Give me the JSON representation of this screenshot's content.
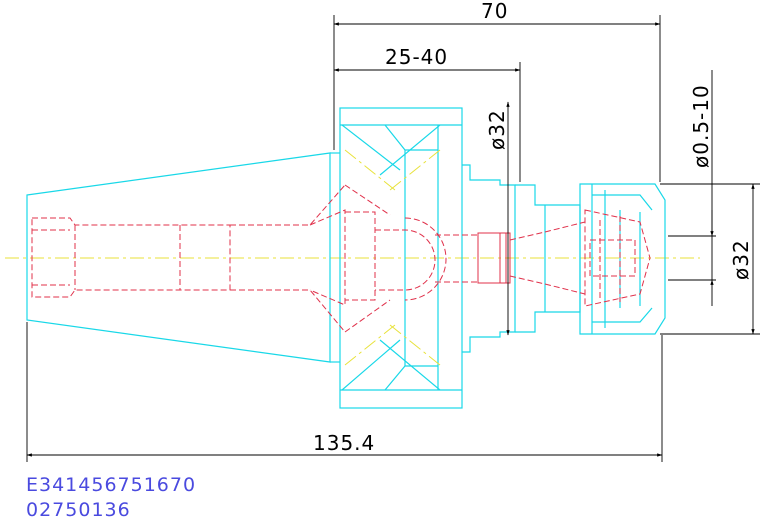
{
  "dimensions": {
    "overall_length": "135.4",
    "gauge_length": "70",
    "adjust_range": "25-40",
    "shank_diameter": "ø32",
    "clamp_range": "ø0.5-10",
    "nut_diameter": "ø32"
  },
  "codes": {
    "line1": "E341456751670",
    "line2": "02750136"
  },
  "colors": {
    "outline": "#19d8e8",
    "hidden": "#e0304a",
    "centerline": "#e8e23a",
    "dimension": "#000000",
    "code_text": "#4a4adf"
  }
}
